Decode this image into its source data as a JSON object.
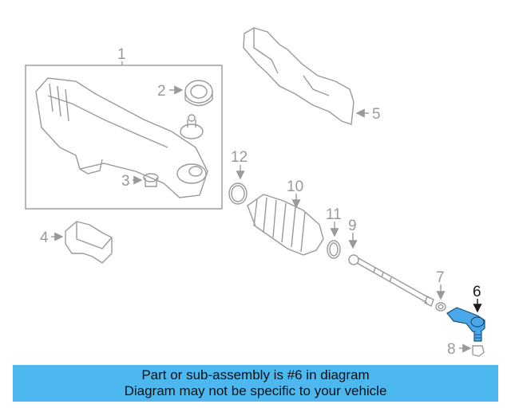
{
  "callouts": [
    "1",
    "2",
    "3",
    "4",
    "5",
    "6",
    "7",
    "8",
    "9",
    "10",
    "11",
    "12"
  ],
  "highlighted_part": "6",
  "colors": {
    "highlight": "#4aa8e8",
    "line": "#9a9a9a",
    "banner": "#4db8f0"
  },
  "banner": {
    "line1": "Part or sub-assembly is #6 in diagram",
    "line2": "Diagram may not be specific to your vehicle"
  }
}
